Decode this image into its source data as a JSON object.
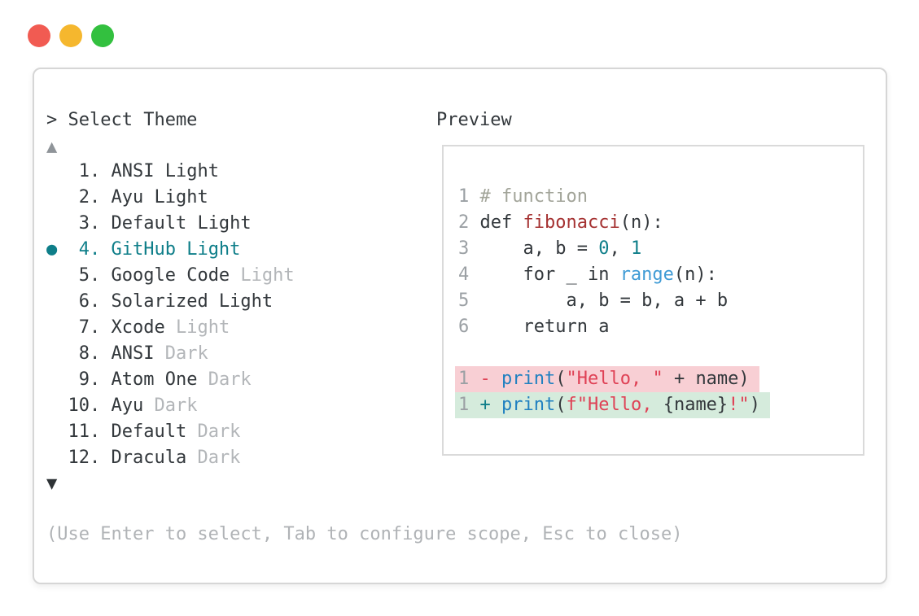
{
  "window_controls": {
    "close_color": "#f15b52",
    "minimize_color": "#f5b72e",
    "maximize_color": "#33c03f"
  },
  "selector": {
    "title": "> Select Theme",
    "scroll_up": "▲",
    "scroll_down": "▼",
    "selected_marker": "●",
    "help_text": "(Use Enter to select, Tab to configure scope, Esc to close)",
    "items": [
      {
        "number": " 1.",
        "name": "ANSI Light",
        "dim_suffix": "",
        "selected": false
      },
      {
        "number": " 2.",
        "name": "Ayu Light",
        "dim_suffix": "",
        "selected": false
      },
      {
        "number": " 3.",
        "name": "Default Light",
        "dim_suffix": "",
        "selected": false
      },
      {
        "number": " 4.",
        "name": "GitHub Light",
        "dim_suffix": "",
        "selected": true
      },
      {
        "number": " 5.",
        "name": "Google Code",
        "dim_suffix": "Light",
        "selected": false
      },
      {
        "number": " 6.",
        "name": "Solarized Light",
        "dim_suffix": "",
        "selected": false
      },
      {
        "number": " 7.",
        "name": "Xcode",
        "dim_suffix": "Light",
        "selected": false
      },
      {
        "number": " 8.",
        "name": "ANSI",
        "dim_suffix": "Dark",
        "selected": false
      },
      {
        "number": " 9.",
        "name": "Atom One",
        "dim_suffix": "Dark",
        "selected": false
      },
      {
        "number": "10.",
        "name": "Ayu",
        "dim_suffix": "Dark",
        "selected": false
      },
      {
        "number": "11.",
        "name": "Default",
        "dim_suffix": "Dark",
        "selected": false
      },
      {
        "number": "12.",
        "name": "Dracula",
        "dim_suffix": "Dark",
        "selected": false
      }
    ]
  },
  "preview": {
    "label": "Preview",
    "lines": [
      {
        "num": "1",
        "diff": "",
        "segments": [
          [
            "comment",
            "# function"
          ]
        ]
      },
      {
        "num": "2",
        "diff": "",
        "segments": [
          [
            "plain",
            "def "
          ],
          [
            "func",
            "fibonacci"
          ],
          [
            "plain",
            "(n):"
          ]
        ]
      },
      {
        "num": "3",
        "diff": "",
        "segments": [
          [
            "plain",
            "    a, b = "
          ],
          [
            "number",
            "0"
          ],
          [
            "plain",
            ", "
          ],
          [
            "number",
            "1"
          ]
        ]
      },
      {
        "num": "4",
        "diff": "",
        "segments": [
          [
            "plain",
            "    for _ in "
          ],
          [
            "builtin",
            "range"
          ],
          [
            "plain",
            "(n):"
          ]
        ]
      },
      {
        "num": "5",
        "diff": "",
        "segments": [
          [
            "plain",
            "        a, b = b, a + b"
          ]
        ]
      },
      {
        "num": "6",
        "diff": "",
        "segments": [
          [
            "plain",
            "    return a"
          ]
        ]
      },
      {
        "num": "",
        "diff": "",
        "segments": []
      },
      {
        "num": "1",
        "diff": "removed",
        "segments": [
          [
            "minus",
            "-"
          ],
          [
            "plain",
            " "
          ],
          [
            "call",
            "print"
          ],
          [
            "plain",
            "("
          ],
          [
            "string",
            "\"Hello, \""
          ],
          [
            "plain",
            " + name)"
          ]
        ]
      },
      {
        "num": "1",
        "diff": "added",
        "segments": [
          [
            "plus",
            "+"
          ],
          [
            "plain",
            " "
          ],
          [
            "call",
            "print"
          ],
          [
            "plain",
            "("
          ],
          [
            "string",
            "f\"Hello, "
          ],
          [
            "plain",
            "{name}"
          ],
          [
            "string",
            "!\""
          ],
          [
            "plain",
            ")"
          ]
        ]
      }
    ]
  },
  "colors": {
    "text": "#33383c",
    "dim": "#b3b6b9",
    "help": "#b0b3b6",
    "selected": "#0e7e89",
    "scroll_up": "#8f9499",
    "scroll_down": "#2e3336",
    "window_border": "#d6d6d6",
    "preview_border": "#dadada",
    "linenum": "#9ba0a4",
    "diff_removed_bg": "#f8cfd4",
    "diff_added_bg": "#d5ebdc",
    "tokens": {
      "plain": "#33383c",
      "comment": "#a2a499",
      "func": "#a53232",
      "number": "#0e7e89",
      "builtin": "#3f9bd5",
      "call": "#2080c0",
      "string": "#df4155",
      "minus": "#df4155",
      "plus": "#0e7e89"
    }
  }
}
